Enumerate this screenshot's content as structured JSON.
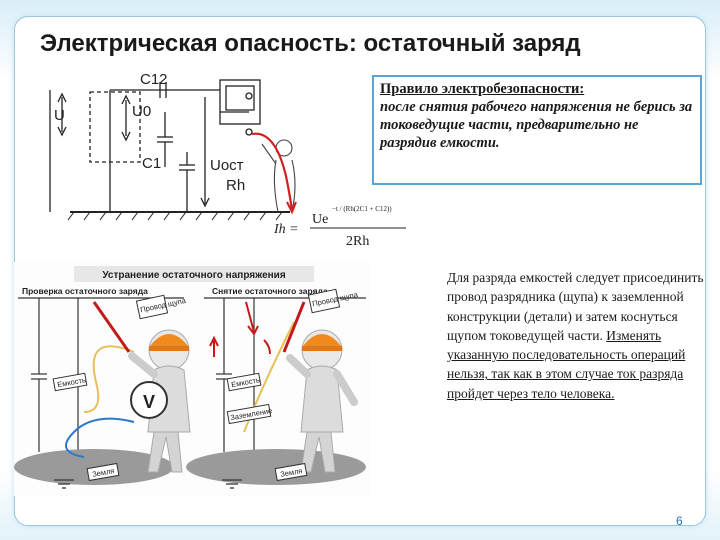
{
  "slide": {
    "title": "Электрическая опасность: остаточный заряд",
    "page_number": "6"
  },
  "rule": {
    "heading": "Правило электробезопасности:",
    "body": "после снятия рабочего напряжения не берись за токоведущие части, предварительно не разрядив емкости."
  },
  "circuit": {
    "c12": "C12",
    "u0": "U0",
    "u": "U",
    "c1": "C1",
    "uost": "Uост",
    "rh": "Rh"
  },
  "formula": {
    "lhs": "Ih =",
    "numerator_prefix": "Ue",
    "exponent": "−t / (Rh(2C1 + C12))",
    "denominator": "2Rh"
  },
  "illustration": {
    "banner": "Устранение остаточного напряжения",
    "left_caption": "Проверка остаточного заряда",
    "right_caption": "Снятие остаточного заряда",
    "probe_left": "Провод щупа",
    "probe_right": "Провод щупа",
    "capacity_left": "Емкость",
    "capacity_right": "Емкость",
    "grounding": "Заземление",
    "ground_left": "Земля",
    "ground_right": "Земля",
    "meter": "V"
  },
  "instructions": {
    "normal": "Для разряда емкостей следует присоединить провод разрядника (щупа) к заземленной конструкции (детали) и затем коснуться щупом токоведущей части.",
    "underlined": "Изменять указанную последовательность операций нельзя, так как в этом случае ток разряда пройдет через тело человека."
  }
}
